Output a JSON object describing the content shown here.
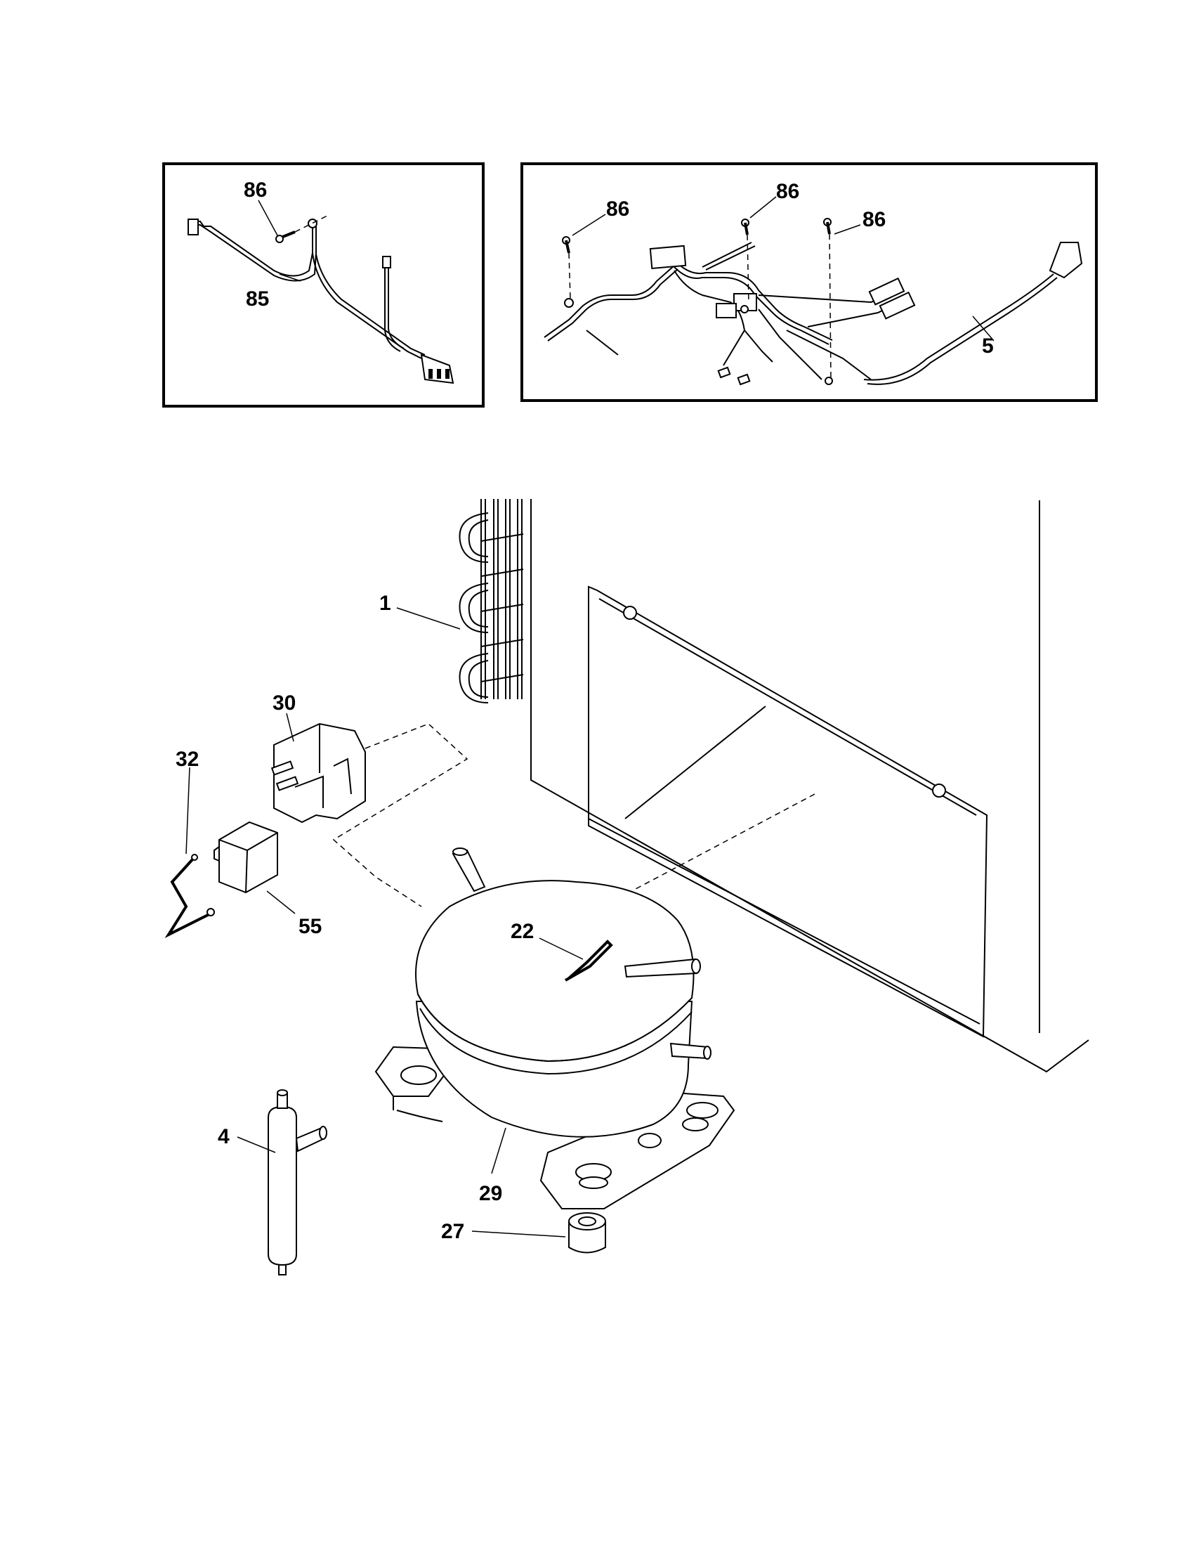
{
  "callouts": {
    "inset1_screw": "86",
    "inset1_harness": "85",
    "inset2_screw_a": "86",
    "inset2_screw_b": "86",
    "inset2_screw_c": "86",
    "inset2_cord": "5",
    "condenser": "1",
    "relay_bracket": "30",
    "clip_wire": "32",
    "overload_relay": "55",
    "clip": "22",
    "dryer": "4",
    "compressor": "29",
    "grommet": "27"
  }
}
